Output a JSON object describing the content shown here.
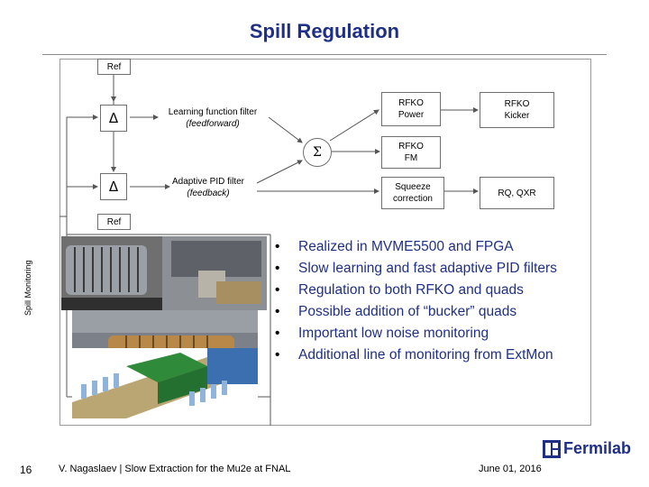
{
  "slide": {
    "title": "Spill Regulation",
    "number": "16",
    "footer": "V. Nagaslaev | Slow Extraction for the Mu2e at FNAL",
    "date": "June 01, 2016",
    "logo_text": "Fermilab"
  },
  "diagram": {
    "ref_top": "Ref",
    "ref_bottom": "Ref",
    "delta_symbol": "Δ",
    "sum_symbol": "Σ",
    "learning_filter": "Learning function filter",
    "learning_mode": "(feedforward)",
    "pid_filter": "Adaptive PID filter",
    "pid_mode": "(feedback)",
    "rfko_power": [
      "RFKO",
      "Power"
    ],
    "rfko_fm": [
      "RFKO",
      "FM"
    ],
    "squeeze": [
      "Squeeze",
      "correction"
    ],
    "rfko_kicker": [
      "RFKO",
      "Kicker"
    ],
    "rq_qxr": "RQ, QXR",
    "spill_monitoring": "Spill Monitoring"
  },
  "bullets": [
    "Realized in MVME5500 and FPGA",
    "Slow learning and fast adaptive PID filters",
    "Regulation to both RFKO and quads",
    "Possible addition of “bucker” quads",
    "Important low noise monitoring",
    "Additional line of monitoring from ExtMon"
  ],
  "bullet_glyph": "•",
  "colors": {
    "title": "#1f2f86",
    "accent": "#1f2f86"
  }
}
